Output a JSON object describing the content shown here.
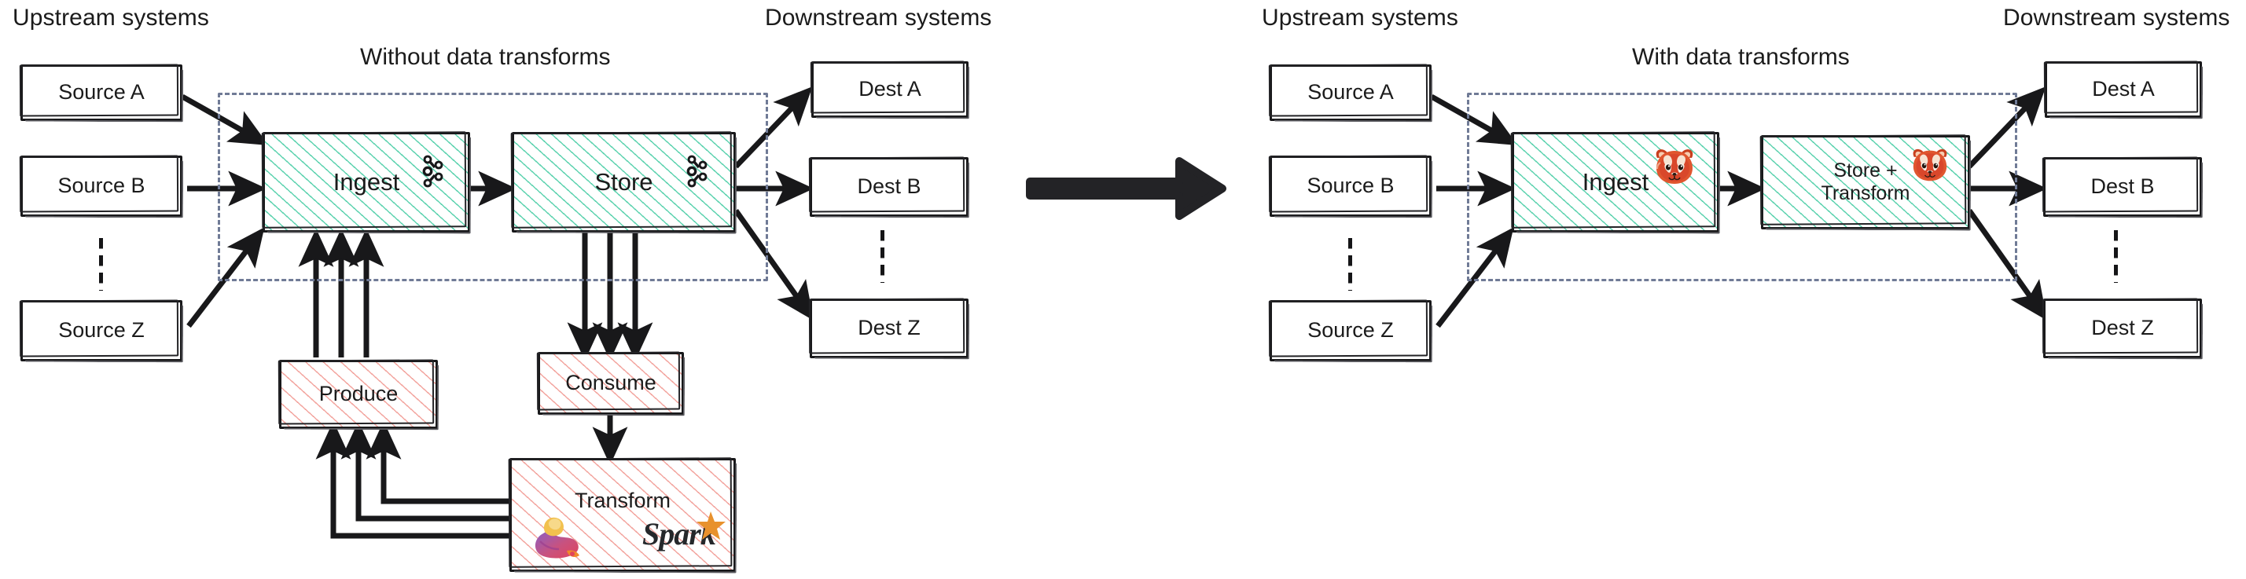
{
  "diagram": {
    "title_left": "Without data transforms",
    "title_right": "With data transforms",
    "upstream_label": "Upstream systems",
    "downstream_label": "Downstream systems",
    "transition_arrow": "big-right-arrow"
  },
  "left_panel": {
    "title": "Without data transforms",
    "upstream_heading": "Upstream systems",
    "downstream_heading": "Downstream systems",
    "sources": [
      {
        "label": "Source A"
      },
      {
        "label": "Source B"
      },
      {
        "label": "Source Z"
      }
    ],
    "destinations": [
      {
        "label": "Dest A"
      },
      {
        "label": "Dest B"
      },
      {
        "label": "Dest Z"
      }
    ],
    "pipeline": [
      {
        "label": "Ingest",
        "icon": "kafka-icon",
        "fill": "teal"
      },
      {
        "label": "Store",
        "icon": "kafka-icon",
        "fill": "teal"
      }
    ],
    "external": [
      {
        "label": "Produce",
        "fill": "pink"
      },
      {
        "label": "Consume",
        "fill": "pink"
      },
      {
        "label": "Transform",
        "fill": "pink",
        "icons": [
          "flink-squirrel-icon",
          "spark-icon"
        ]
      }
    ],
    "transform_label": "Transform",
    "produce_label": "Produce",
    "consume_label": "Consume"
  },
  "right_panel": {
    "title": "With data transforms",
    "upstream_heading": "Upstream systems",
    "downstream_heading": "Downstream systems",
    "sources": [
      {
        "label": "Source A"
      },
      {
        "label": "Source B"
      },
      {
        "label": "Source Z"
      }
    ],
    "destinations": [
      {
        "label": "Dest A"
      },
      {
        "label": "Dest B"
      },
      {
        "label": "Dest Z"
      }
    ],
    "pipeline": [
      {
        "label": "Ingest",
        "icon": "redpanda-icon",
        "fill": "teal"
      },
      {
        "label": "Store +\nTransform",
        "label_line1": "Store +",
        "label_line2": "Transform",
        "icon": "redpanda-icon",
        "fill": "teal"
      }
    ]
  },
  "colors": {
    "teal_hatch": "#5fd3b0",
    "pink_hatch": "#f3a6a0",
    "stroke": "#18181a",
    "dashed_border": "#707b96",
    "text": "#1b1b1b",
    "spark_orange": "#e8912d",
    "redpanda_red": "#d9472b",
    "background": "#ffffff"
  }
}
